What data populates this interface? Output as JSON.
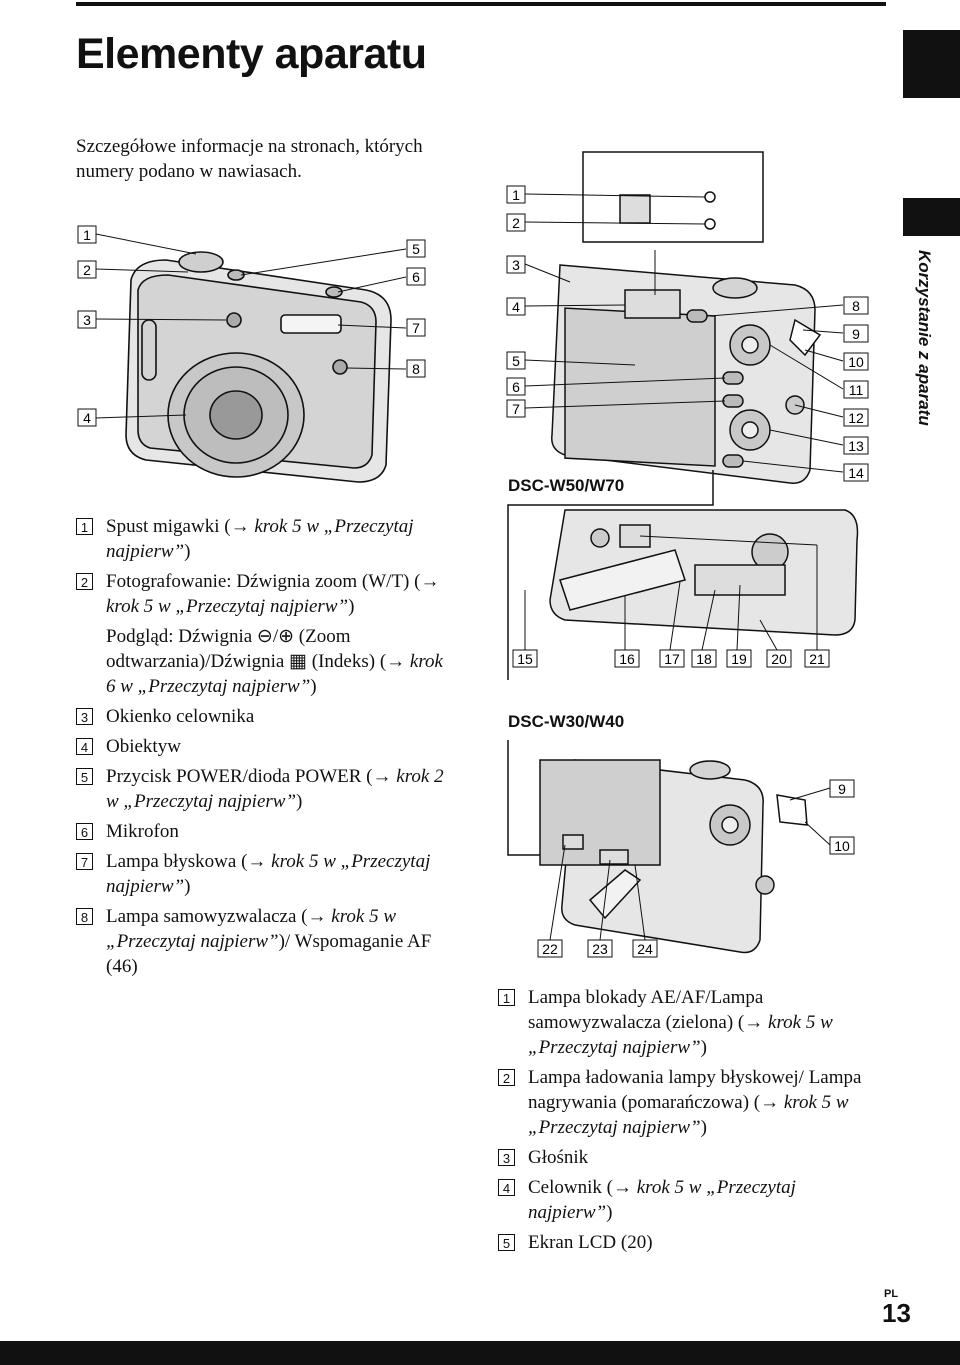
{
  "page": {
    "title": "Elementy aparatu",
    "side_label": "Korzystanie z aparatu",
    "lang": "PL",
    "number": "13"
  },
  "intro": "Szczegółowe informacje na stronach, których numery podano w nawiasach.",
  "captions": {
    "w50": "DSC-W50/W70",
    "w30": "DSC-W30/W40"
  },
  "left_list": [
    {
      "n": "1",
      "text": "Spust migawki (",
      "ref": "→ krok 5 w „Przeczytaj najpierw”",
      "tail": ")"
    },
    {
      "n": "2",
      "text": "Fotografowanie: Dźwignia zoom (W/T) (",
      "ref": "→ krok 5 w „Przeczytaj najpierw”",
      "tail": ")"
    },
    {
      "n": "",
      "text": "Podgląd: Dźwignia ⊖/⊕ (Zoom odtwarzania)/Dźwignia ▦ (Indeks) (",
      "ref": "→ krok 6 w „Przeczytaj najpierw”",
      "tail": ")"
    },
    {
      "n": "3",
      "text": "Okienko celownika",
      "ref": "",
      "tail": ""
    },
    {
      "n": "4",
      "text": "Obiektyw",
      "ref": "",
      "tail": ""
    },
    {
      "n": "5",
      "text": "Przycisk POWER/dioda POWER (",
      "ref": "→ krok 2 w „Przeczytaj najpierw”",
      "tail": ")"
    },
    {
      "n": "6",
      "text": "Mikrofon",
      "ref": "",
      "tail": ""
    },
    {
      "n": "7",
      "text": "Lampa błyskowa (",
      "ref": "→ krok 5 w „Przeczytaj najpierw”",
      "tail": ")"
    },
    {
      "n": "8",
      "text": "Lampa samowyzwalacza (",
      "ref": "→ krok 5 w „Przeczytaj najpierw”",
      "tail": ")/ Wspomaganie AF (46)"
    }
  ],
  "right_list": [
    {
      "n": "1",
      "text": "Lampa blokady AE/AF/Lampa samowyzwalacza (zielona) (",
      "ref": "→ krok 5 w „Przeczytaj najpierw”",
      "tail": ")"
    },
    {
      "n": "2",
      "text": "Lampa ładowania lampy błyskowej/ Lampa nagrywania (pomarańczowa) (",
      "ref": "→ krok 5 w „Przeczytaj najpierw”",
      "tail": ")"
    },
    {
      "n": "3",
      "text": "Głośnik",
      "ref": "",
      "tail": ""
    },
    {
      "n": "4",
      "text": "Celownik (",
      "ref": "→ krok 5 w „Przeczytaj najpierw”",
      "tail": ")"
    },
    {
      "n": "5",
      "text": "Ekran LCD (20)",
      "ref": "",
      "tail": ""
    }
  ],
  "callouts": {
    "front_left": [
      "1",
      "2",
      "3",
      "4"
    ],
    "front_right": [
      "5",
      "6",
      "7",
      "8"
    ],
    "back_left": [
      "1",
      "2",
      "3",
      "4",
      "5",
      "6",
      "7"
    ],
    "back_right": [
      "8",
      "9",
      "10",
      "11",
      "12",
      "13",
      "14"
    ],
    "bottom_row": [
      "15",
      "16",
      "17",
      "18",
      "19",
      "20",
      "21"
    ],
    "w30_side": [
      "9",
      "10"
    ],
    "w30_bottom": [
      "22",
      "23",
      "24"
    ]
  }
}
